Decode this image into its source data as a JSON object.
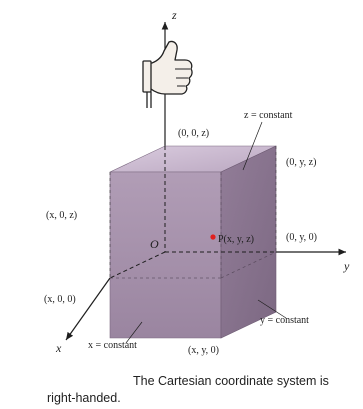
{
  "axes": {
    "x": "x",
    "y": "y",
    "z": "z"
  },
  "origin": "O",
  "point_label": "P(x, y, z)",
  "coordinates": {
    "z_axis_point": "(0, 0, z)",
    "top_right": "(0, y, z)",
    "left_upper": "(x, 0, z)",
    "y_axis_point": "(0, y, 0)",
    "x_axis_point": "(x, 0, 0)",
    "base_corner": "(x, y, 0)"
  },
  "planes": {
    "z": "z = constant",
    "y": "y = constant",
    "x": "x = constant"
  },
  "caption": {
    "line1": "The Cartesian coordinate system is",
    "line2": "right-handed."
  },
  "colors": {
    "top_face": "#cbbbd1",
    "front_face": "#a894ad",
    "right_face": "#8a7690",
    "point": "#e0201f"
  },
  "icons": {
    "hand": "thumbs-up-hand-icon"
  }
}
